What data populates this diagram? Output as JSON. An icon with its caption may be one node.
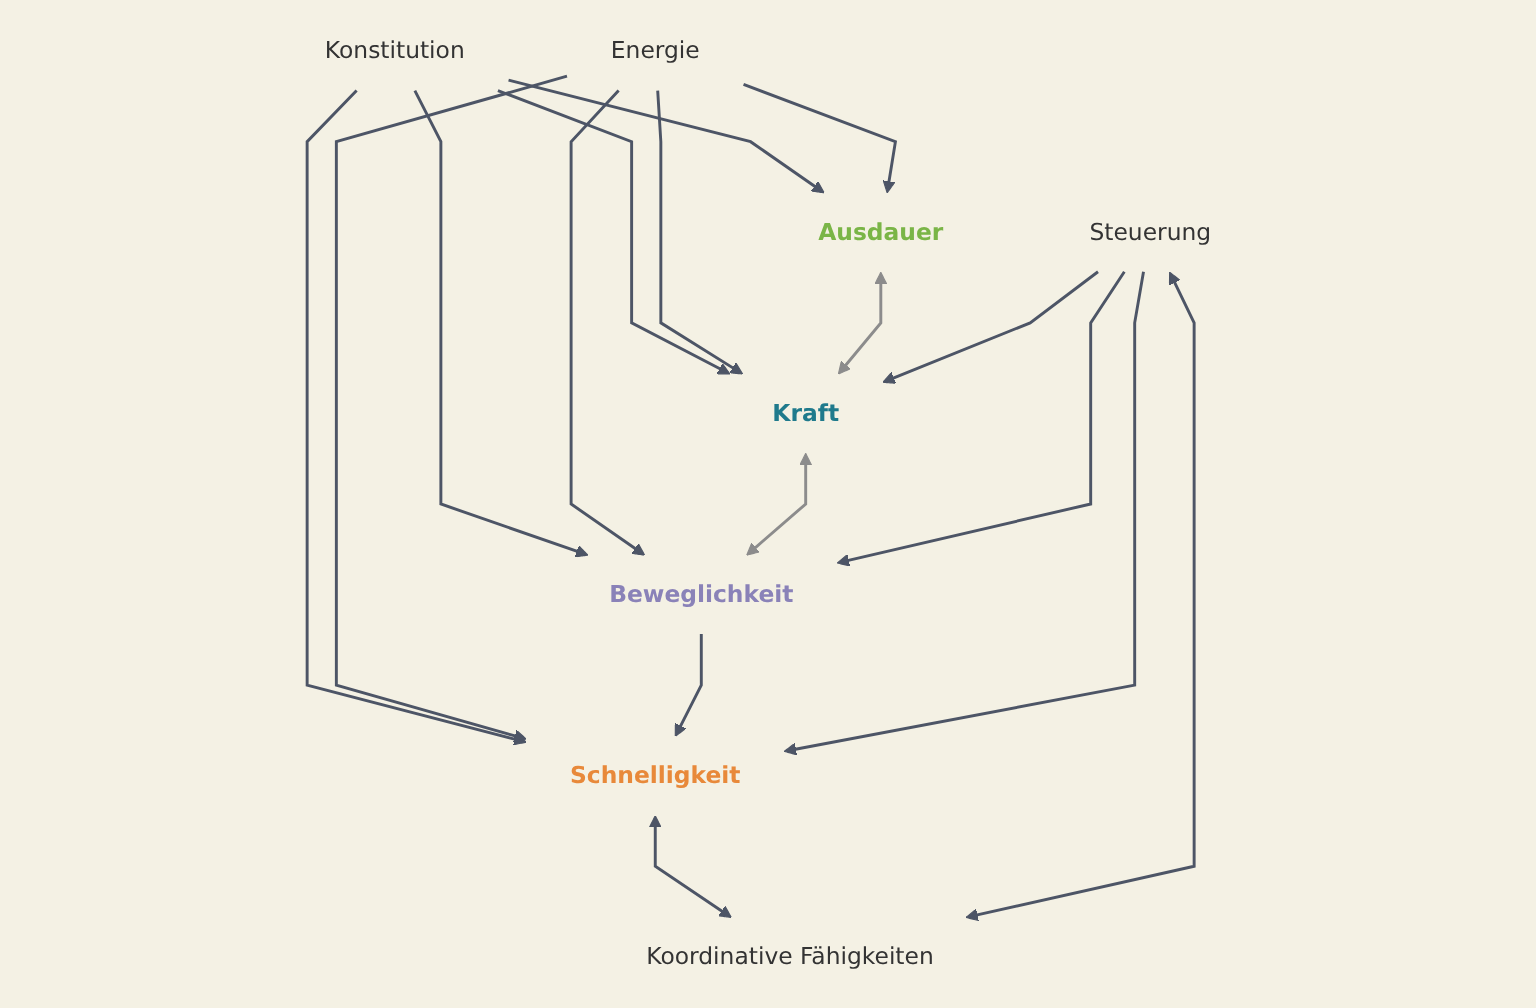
{
  "diagram": {
    "nodes": [
      {
        "text": [
          "Konstitution"
        ]
      },
      {
        "text": [
          "Energie"
        ]
      },
      {
        "text": [
          "Ausdauer"
        ]
      },
      {
        "text": [
          "Kraft"
        ]
      },
      {
        "text": [
          "Beweglichkeit"
        ]
      },
      {
        "text": [
          "Schnelligkeit"
        ]
      },
      {
        "text": [
          "Steuerung"
        ]
      },
      {
        "text": [
          "Koordinative Fähigkeiten"
        ]
      }
    ],
    "edges": [
      {
        "from": 0,
        "to": 2,
        "arrow": "to"
      },
      {
        "from": 0,
        "to": 3,
        "arrow": "to"
      },
      {
        "from": 0,
        "to": 4,
        "arrow": "to"
      },
      {
        "from": 0,
        "to": 5,
        "arrow": "to"
      },
      {
        "from": 1,
        "to": 2,
        "arrow": "to"
      },
      {
        "from": 1,
        "to": 3,
        "arrow": "to"
      },
      {
        "from": 1,
        "to": 4,
        "arrow": "to"
      },
      {
        "from": 1,
        "to": 5,
        "arrow": "to"
      },
      {
        "from": 2,
        "to": 3,
        "arrow": "both",
        "color": "#8c8c8c"
      },
      {
        "from": 3,
        "to": 4,
        "arrow": "both",
        "color": "#8c8c8c"
      },
      {
        "from": 4,
        "to": 5,
        "arrow": "to"
      },
      {
        "from": 6,
        "to": 3,
        "arrow": "to"
      },
      {
        "from": 6,
        "to": 4,
        "arrow": "to"
      },
      {
        "from": 6,
        "to": 5,
        "arrow": "to"
      },
      {
        "from": 5,
        "to": 7,
        "arrow": "both"
      },
      {
        "from": 6,
        "to": 7,
        "arrow": "both"
      }
    ]
  }
}
